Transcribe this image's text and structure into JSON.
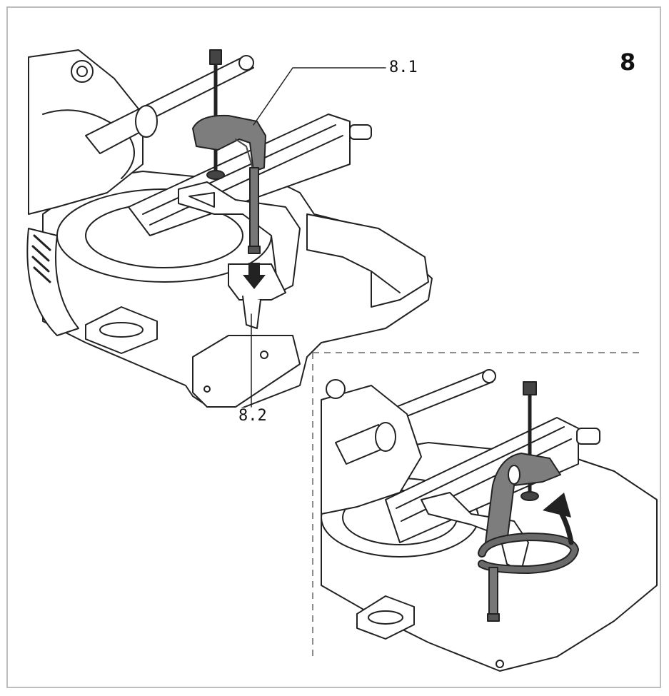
{
  "figure": {
    "number": "8",
    "callouts": [
      {
        "id": "c1",
        "label": "8.1"
      },
      {
        "id": "c2",
        "label": "8.2"
      }
    ],
    "colors": {
      "line": "#222222",
      "clamp_fill": "#7d7d7d",
      "clamp_dark": "#4a4a4a",
      "frame": "#bdbdbd"
    }
  }
}
